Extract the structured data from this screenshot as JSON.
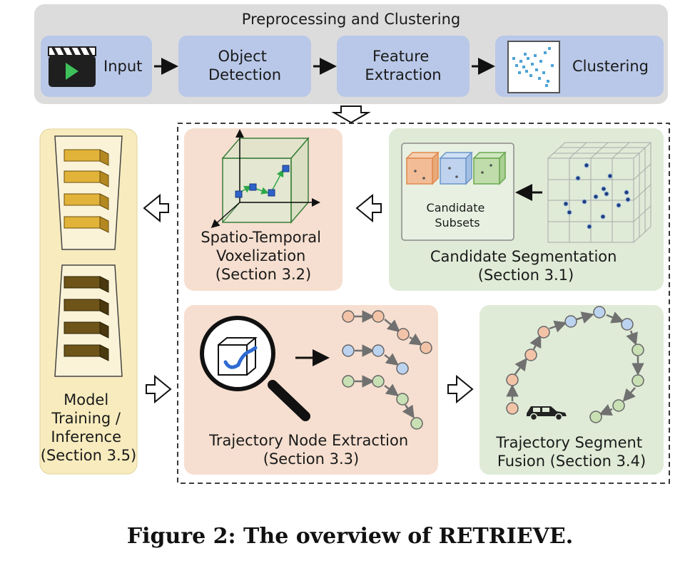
{
  "header": {
    "title": "Preprocessing and Clustering"
  },
  "pipeline": {
    "input_label": "Input",
    "object_detection": [
      "Object",
      "Detection"
    ],
    "feature_extraction": [
      "Feature",
      "Extraction"
    ],
    "clustering_label": "Clustering"
  },
  "stages": {
    "candidate_subsets": [
      "Candidate",
      "Subsets"
    ],
    "candidate_segmentation": [
      "Candidate Segmentation",
      "(Section 3.1)"
    ],
    "voxelization": [
      "Spatio-Temporal",
      "Voxelization",
      "(Section 3.2)"
    ],
    "node_extraction": [
      "Trajectory Node Extraction",
      "(Section 3.3)"
    ],
    "segment_fusion": [
      "Trajectory Segment",
      "Fusion (Section 3.4)"
    ],
    "model": [
      "Model",
      "Training /",
      "Inference",
      "(Section 3.5)"
    ]
  },
  "caption": "Figure 2: The overview of RETRIEVE.",
  "colors": {
    "gray_panel": "#dcdcdc",
    "blue_box": "#b9c8e8",
    "peach_box": "#f6dfd0",
    "green_box": "#dfebd7",
    "yellow_box": "#f8ecbe",
    "node_peach": "#f3c3a8",
    "node_blue": "#bcd3f0",
    "node_green": "#c8e0b4"
  }
}
